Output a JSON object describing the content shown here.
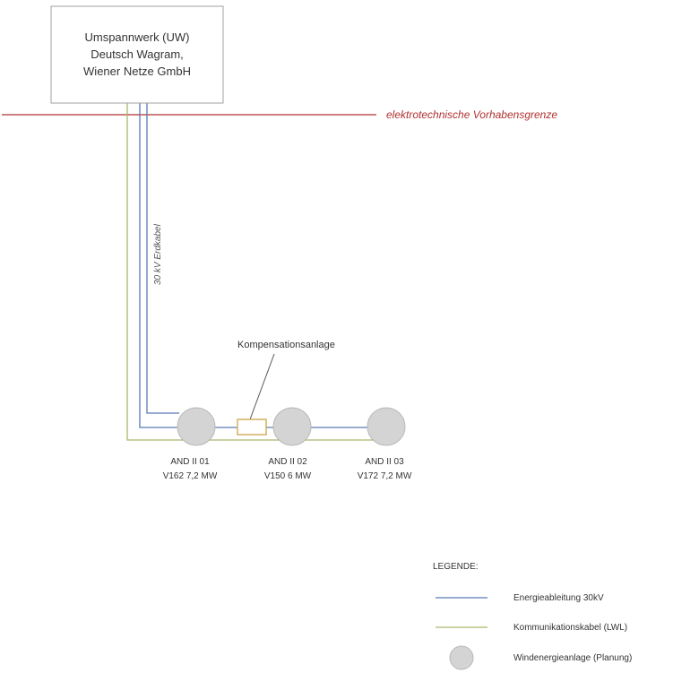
{
  "substation": {
    "lines": [
      "Umspannwerk (UW)",
      "Deutsch Wagram,",
      "Wiener Netze  GmbH"
    ]
  },
  "boundary_label": "elektrotechnische  Vorhabensgrenze",
  "cable_label": "30 kV Erdkabel",
  "compensation_label": "Kompensationsanlage",
  "turbines": [
    {
      "id": "AND II 01",
      "model": "V162 7,2 MW"
    },
    {
      "id": "AND II 02",
      "model": "V150 6 MW"
    },
    {
      "id": "AND II 03",
      "model": "V172 7,2 MW"
    }
  ],
  "legend": {
    "title": "LEGENDE:",
    "items": [
      {
        "label": "Energieableitung 30kV",
        "symbol": "line",
        "color": "#5b7bb8"
      },
      {
        "label": "Kommunikationskabel (LWL)",
        "symbol": "line",
        "color": "#a8b86a"
      },
      {
        "label": "Windenergieanlage (Planung)",
        "symbol": "circle",
        "color": "#d4d4d4"
      }
    ]
  },
  "colors": {
    "energy_line": "#5b7bb8",
    "comm_line": "#a8b86a",
    "boundary": "#b03030",
    "turbine_fill": "#d4d4d4",
    "turbine_stroke": "#b8b8b8",
    "compensation_stroke": "#d4b060"
  }
}
